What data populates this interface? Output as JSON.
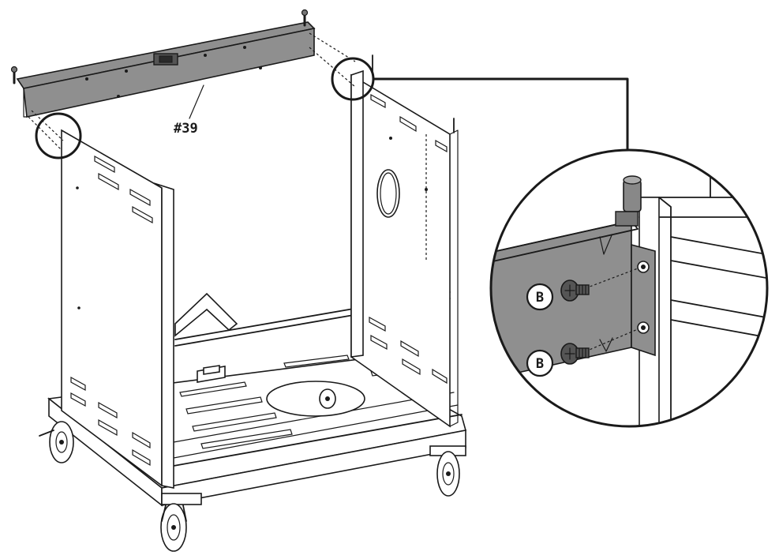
{
  "figure": {
    "part_label": "#39",
    "hardware_labels": [
      "B",
      "B"
    ],
    "colors": {
      "ink": "#1a1a1a",
      "part_fill": "#8f8f8f",
      "background": "#ffffff"
    }
  }
}
